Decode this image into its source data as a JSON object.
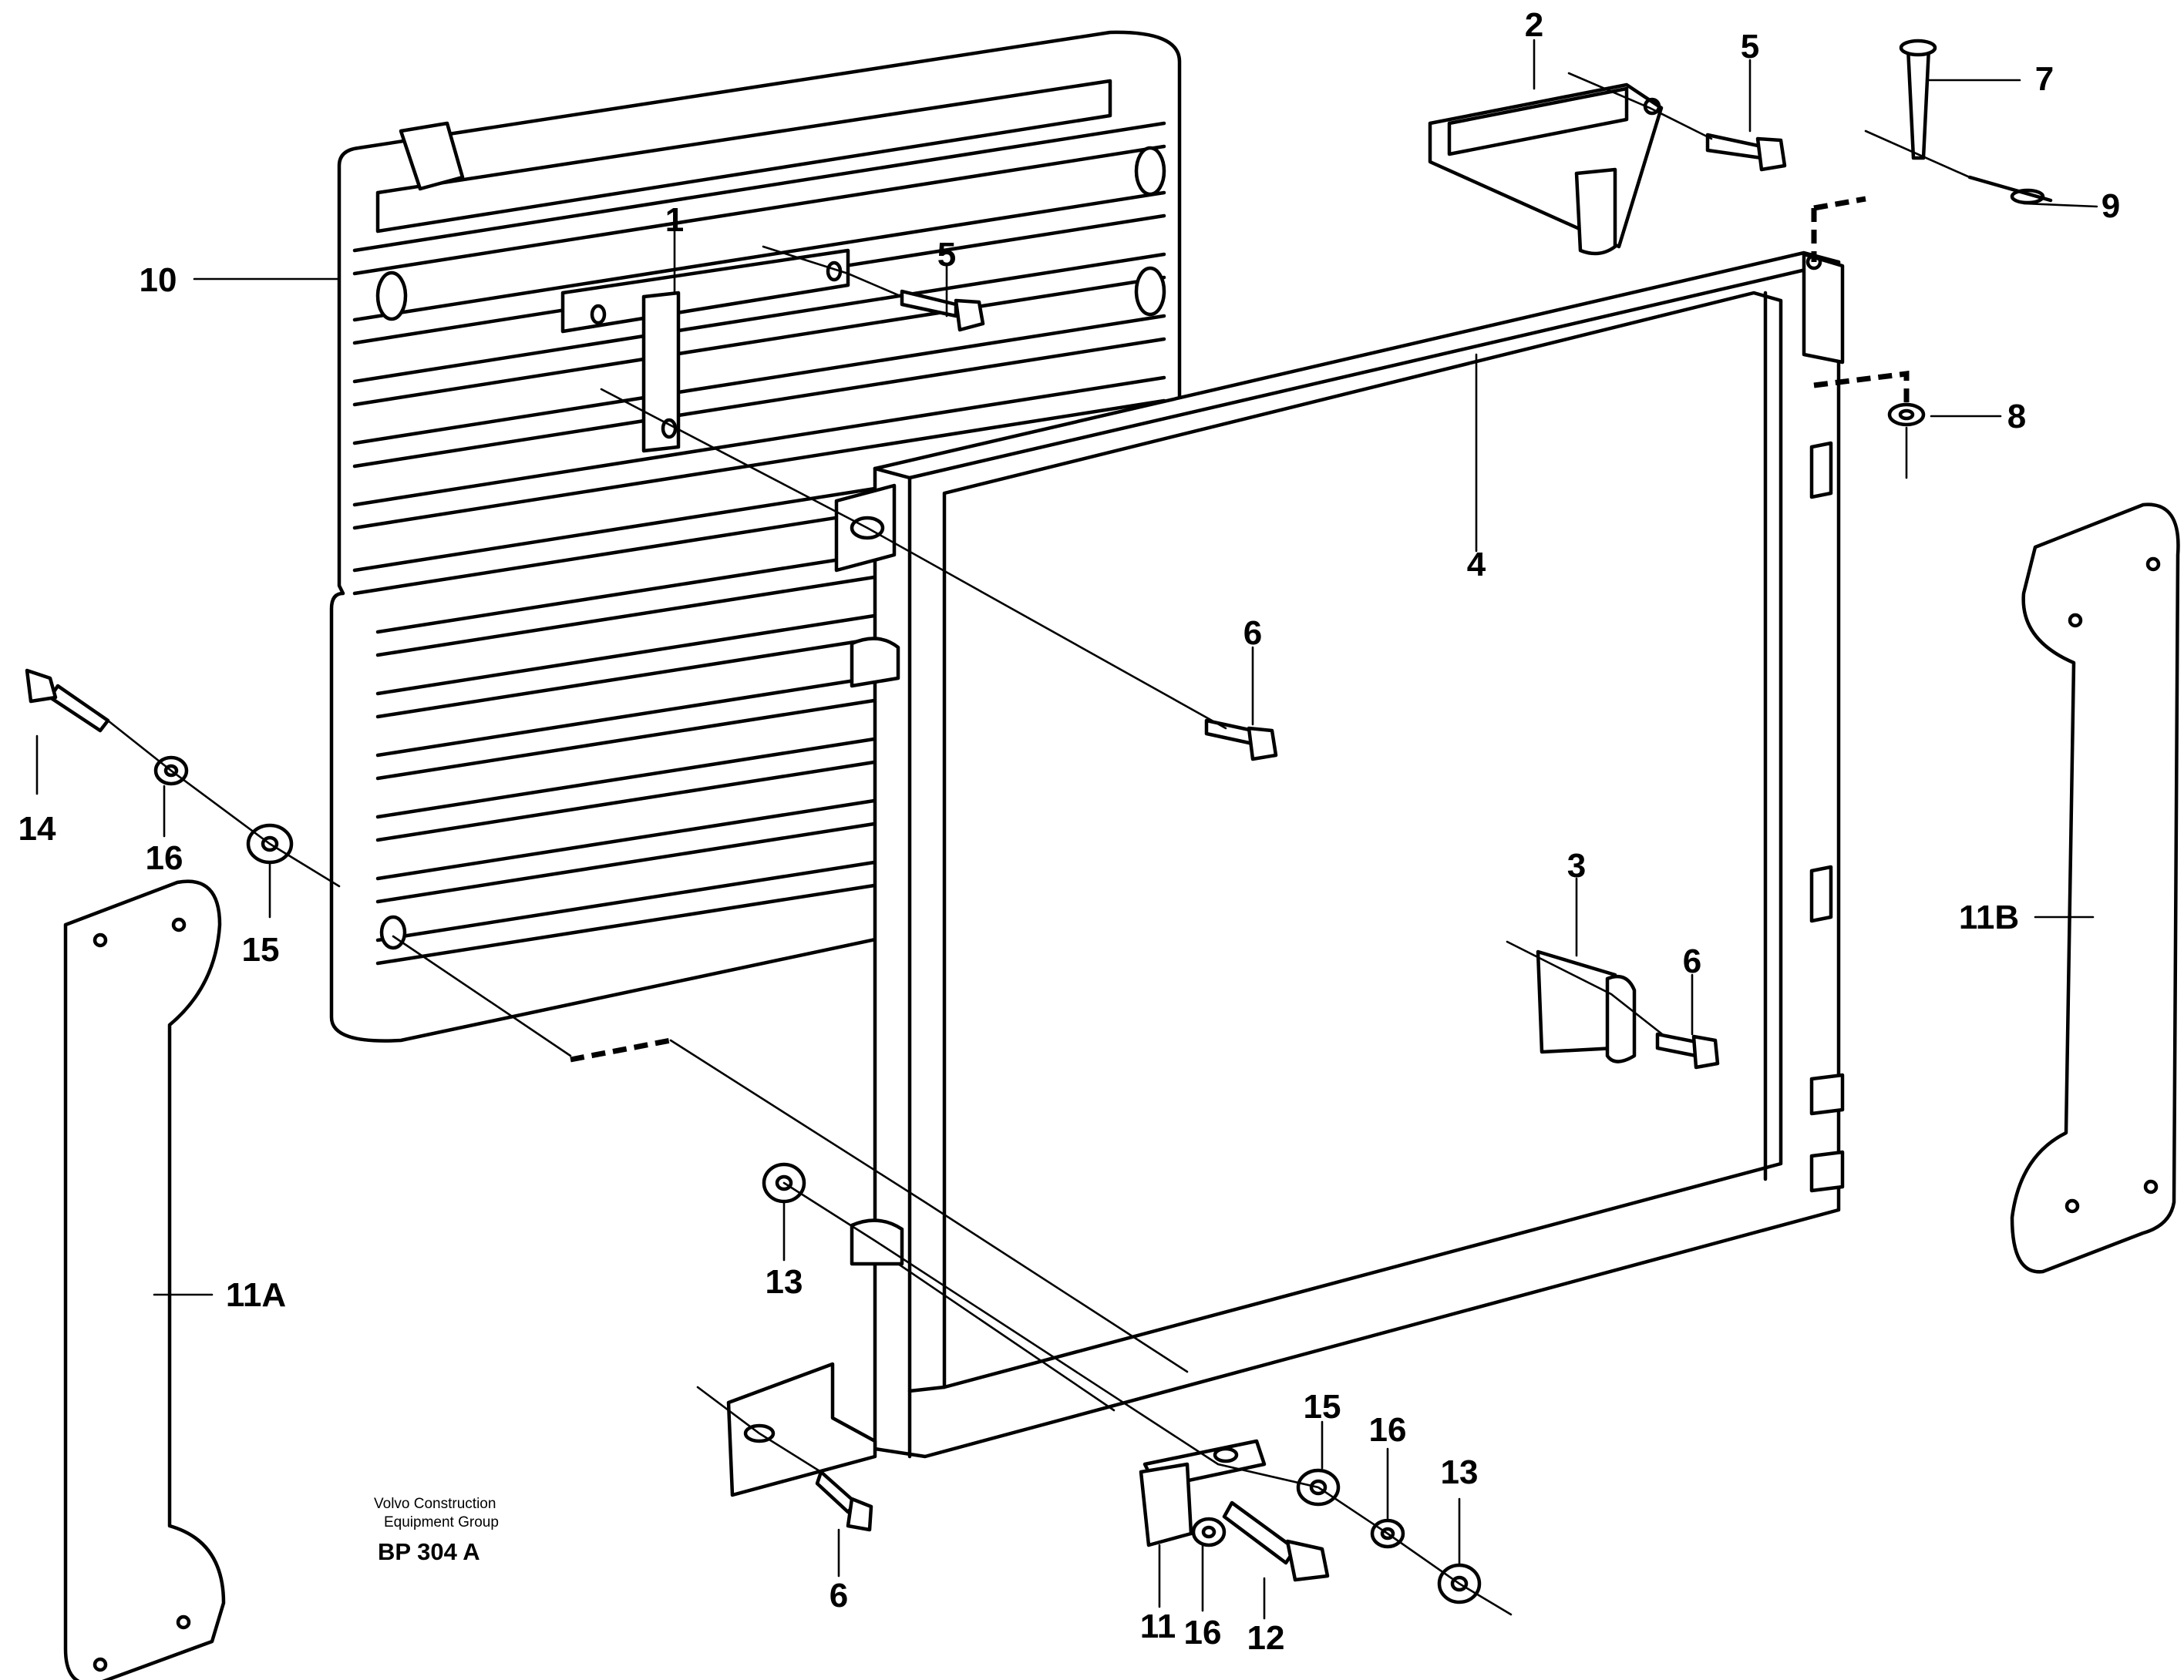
{
  "callouts": {
    "c1": "1",
    "c2": "2",
    "c3": "3",
    "c4": "4",
    "c5a": "5",
    "c5b": "5",
    "c6a": "6",
    "c6b": "6",
    "c6c": "6",
    "c7": "7",
    "c8": "8",
    "c9": "9",
    "c10": "10",
    "c11": "11",
    "c11a": "11A",
    "c11b": "11B",
    "c12": "12",
    "c13a": "13",
    "c13b": "13",
    "c14": "14",
    "c15a": "15",
    "c15b": "15",
    "c16a": "16",
    "c16b": "16"
  },
  "footer": {
    "company_line1": "Volvo Construction",
    "company_line2": "Equipment Group",
    "drawing_code": "BP 304 A"
  }
}
